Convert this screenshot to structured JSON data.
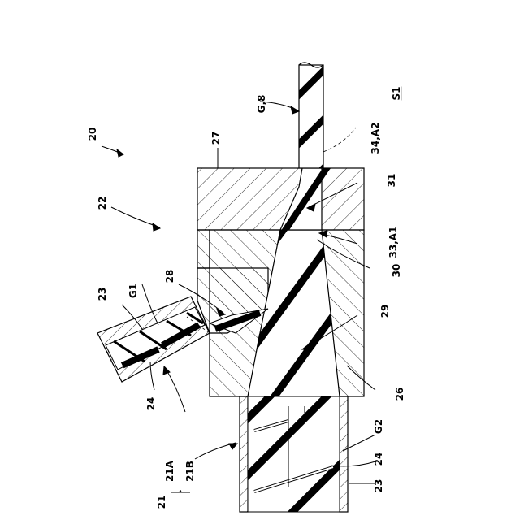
{
  "figure": {
    "id_label": "S1",
    "refs": {
      "r20": "20",
      "r22": "22",
      "r27": "27",
      "r28": "28",
      "r23_top": "23",
      "rG1": "G1",
      "r24_left": "24",
      "r21A": "21A",
      "r21B": "21B",
      "r21": "21",
      "rG8": "G,8",
      "r34A2": "34,A2",
      "r31": "31",
      "r33A1": "33,A1",
      "r30": "30",
      "r29": "29",
      "r26": "26",
      "rG2": "G2",
      "r24_right": "24",
      "r23_right": "23"
    }
  }
}
